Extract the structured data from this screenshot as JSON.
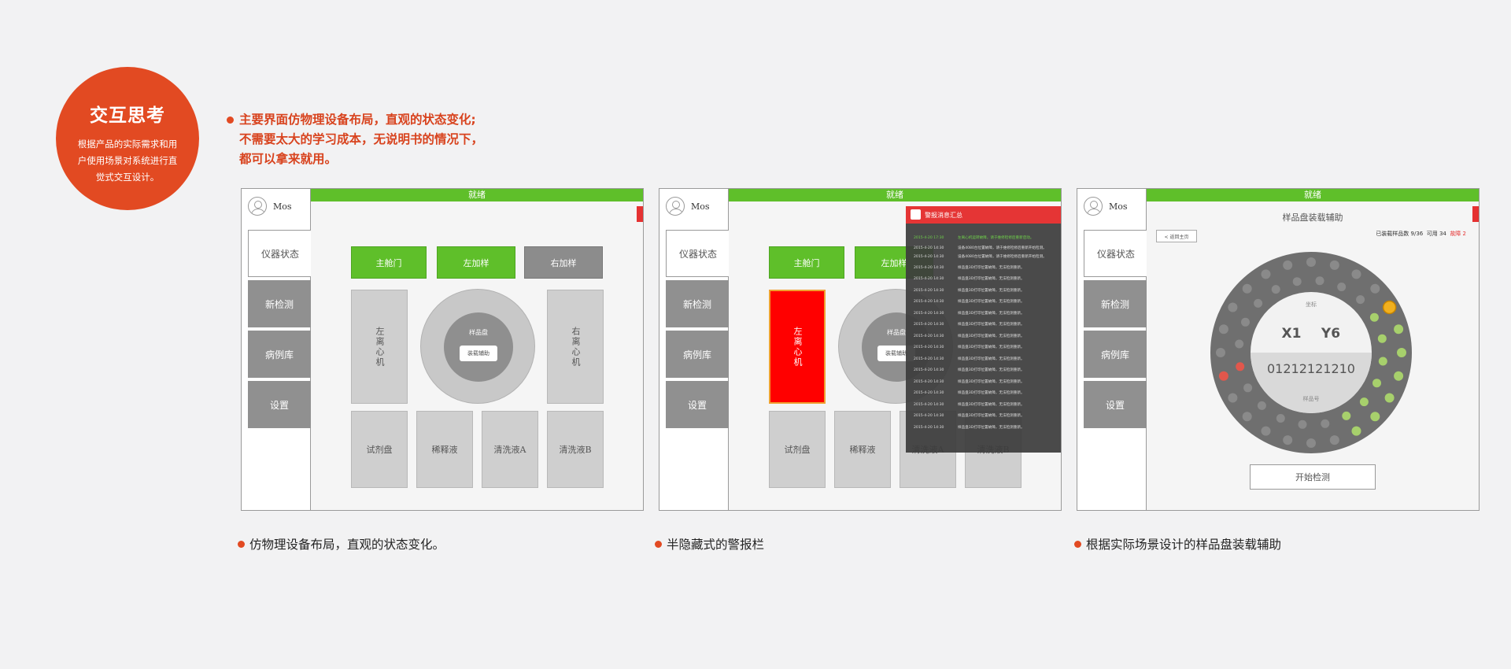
{
  "badge": {
    "title": "交互思考",
    "desc": "根据产品的实际需求和用户使用场景对系统进行直觉式交互设计。"
  },
  "intro": {
    "lines": [
      "主要界面仿物理设备布局，直观的状态变化;",
      "不需要太大的学习成本，无说明书的情况下，",
      "都可以拿来就用。"
    ]
  },
  "common": {
    "user": "Mos",
    "status": "就绪",
    "nav": [
      "仪器状态",
      "新检测",
      "病例库",
      "设置"
    ]
  },
  "panel1": {
    "buttons": [
      "主舱门",
      "左加样",
      "右加样"
    ],
    "left_centrifuge": "左离心机",
    "right_centrifuge": "右离心机",
    "dish_label": "样品盘",
    "dish_button": "装载辅助",
    "bottom": [
      "试剂盘",
      "稀释液",
      "清洗液A",
      "清洗液B"
    ]
  },
  "panel2": {
    "alarm_title": "警报消息汇总",
    "alarm_rows": [
      {
        "time": "2015-4-20 17:30",
        "msg": "左离心机运转故障，请于维修检修后重新启动。",
        "hl": true
      },
      {
        "time": "2015-4-20 14:30",
        "msg": "设备4080台位置故障，请于维修检修后重新开始检测。",
        "two": true
      },
      {
        "time": "2015-4-20 14:30",
        "msg": "设备4080台位置故障，请于维修检修后重新开始检测。",
        "two": true
      },
      {
        "time": "2015-4-20 14:30",
        "msg": "样品盘3D打印位置故障，无法检测重新。"
      },
      {
        "time": "2015-4-20 14:30",
        "msg": "样品盘3D打印位置故障，无法检测重新。"
      },
      {
        "time": "2015-4-20 14:30",
        "msg": "样品盘3D打印位置故障，无法检测重新。"
      },
      {
        "time": "2015-4-20 14:30",
        "msg": "样品盘3D打印位置故障，无法检测重新。"
      },
      {
        "time": "2015-4-20 14:30",
        "msg": "样品盘3D打印位置故障，无法检测重新。"
      },
      {
        "time": "2015-4-20 14:30",
        "msg": "样品盘3D打印位置故障，无法检测重新。"
      },
      {
        "time": "2015-4-20 14:30",
        "msg": "样品盘3D打印位置故障，无法检测重新。"
      },
      {
        "time": "2015-4-20 14:30",
        "msg": "样品盘3D打印位置故障，无法检测重新。"
      },
      {
        "time": "2015-4-20 14:30",
        "msg": "样品盘3D打印位置故障，无法检测重新。"
      },
      {
        "time": "2015-4-20 14:30",
        "msg": "样品盘3D打印位置故障，无法检测重新。"
      },
      {
        "time": "2015-4-20 14:30",
        "msg": "样品盘3D打印位置故障，无法检测重新。"
      },
      {
        "time": "2015-4-20 14:30",
        "msg": "样品盘3D打印位置故障，无法检测重新。"
      },
      {
        "time": "2015-4-20 14:30",
        "msg": "样品盘3D打印位置故障，无法检测重新。"
      },
      {
        "time": "2015-4-20 14:30",
        "msg": "样品盘3D打印位置故障，无法检测重新。"
      },
      {
        "time": "2015-4-20 14:30",
        "msg": "样品盘3D打印位置故障，无法检测重新。"
      }
    ]
  },
  "panel3": {
    "title": "样品盘装载辅助",
    "back": "< 返回主页",
    "stat_loaded": "已装载样品数 9/36",
    "stat_avail": "可用 34",
    "stat_fault": "故障 2",
    "coord_label": "坐标",
    "x": "X1",
    "y": "Y6",
    "sample_no": "01212121210",
    "sample_label": "样品号",
    "start": "开始检测",
    "colors": {
      "empty": "#8a8a8a",
      "loaded": "#a7d06c",
      "fault": "#e2574c",
      "selected": "#f2b01e"
    }
  },
  "captions": [
    "仿物理设备布局，直观的状态变化。",
    "半隐藏式的警报栏",
    "根据实际场景设计的样品盘装载辅助"
  ]
}
